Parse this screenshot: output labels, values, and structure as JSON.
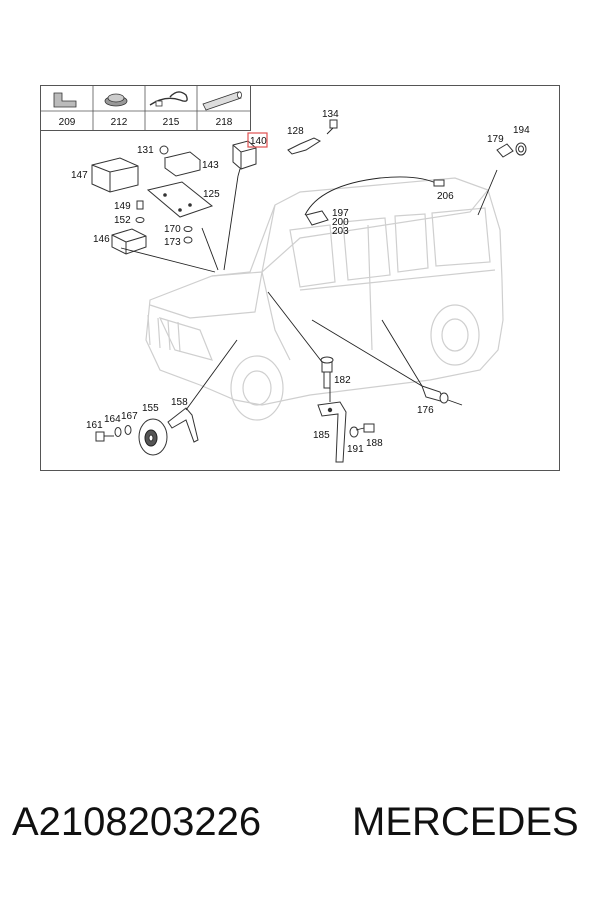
{
  "legend": [
    {
      "label": "209",
      "icon": "tab-clip-icon"
    },
    {
      "label": "212",
      "icon": "grommet-icon"
    },
    {
      "label": "215",
      "icon": "cable-tie-icon"
    },
    {
      "label": "218",
      "icon": "tube-icon"
    }
  ],
  "callouts": {
    "c140": "140",
    "c128": "128",
    "c134": "134",
    "c179": "179",
    "c194": "194",
    "c131": "131",
    "c143": "143",
    "c147": "147",
    "c125": "125",
    "c149": "149",
    "c152": "152",
    "c146": "146",
    "c170": "170",
    "c173": "173",
    "c197": "197",
    "c200": "200",
    "c203": "203",
    "c206": "206",
    "c182": "182",
    "c176": "176",
    "c185": "185",
    "c191": "191",
    "c188": "188",
    "c161": "161",
    "c164": "164",
    "c167": "167",
    "c155": "155",
    "c158": "158"
  },
  "highlight_color": "#e05050",
  "footer": {
    "part_number": "A2108203226",
    "brand": "MERCEDES"
  }
}
